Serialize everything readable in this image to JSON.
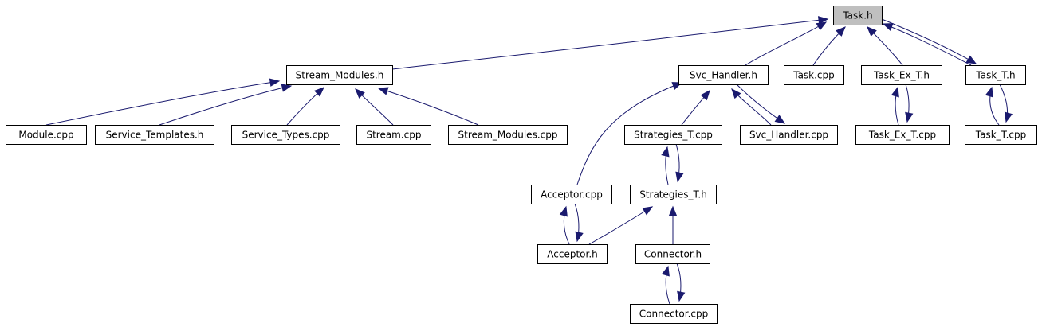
{
  "diagram": {
    "nodes": [
      {
        "id": "task_h",
        "label": "Task.h",
        "highlighted": true
      },
      {
        "id": "stream_modules_h",
        "label": "Stream_Modules.h"
      },
      {
        "id": "svc_handler_h",
        "label": "Svc_Handler.h"
      },
      {
        "id": "task_cpp",
        "label": "Task.cpp"
      },
      {
        "id": "task_ex_t_h",
        "label": "Task_Ex_T.h"
      },
      {
        "id": "task_t_h",
        "label": "Task_T.h"
      },
      {
        "id": "module_cpp",
        "label": "Module.cpp"
      },
      {
        "id": "service_templates_h",
        "label": "Service_Templates.h"
      },
      {
        "id": "service_types_cpp",
        "label": "Service_Types.cpp"
      },
      {
        "id": "stream_cpp",
        "label": "Stream.cpp"
      },
      {
        "id": "stream_modules_cpp",
        "label": "Stream_Modules.cpp"
      },
      {
        "id": "strategies_t_cpp",
        "label": "Strategies_T.cpp"
      },
      {
        "id": "svc_handler_cpp",
        "label": "Svc_Handler.cpp"
      },
      {
        "id": "task_ex_t_cpp",
        "label": "Task_Ex_T.cpp"
      },
      {
        "id": "task_t_cpp",
        "label": "Task_T.cpp"
      },
      {
        "id": "acceptor_cpp",
        "label": "Acceptor.cpp"
      },
      {
        "id": "strategies_t_h",
        "label": "Strategies_T.h"
      },
      {
        "id": "acceptor_h",
        "label": "Acceptor.h"
      },
      {
        "id": "connector_h",
        "label": "Connector.h"
      },
      {
        "id": "connector_cpp",
        "label": "Connector.cpp"
      }
    ],
    "edges": [
      {
        "from": "stream_modules_h",
        "to": "task_h"
      },
      {
        "from": "svc_handler_h",
        "to": "task_h"
      },
      {
        "from": "task_cpp",
        "to": "task_h"
      },
      {
        "from": "task_ex_t_h",
        "to": "task_h"
      },
      {
        "from": "task_t_h",
        "to": "task_h"
      },
      {
        "from": "task_h",
        "to": "task_t_h"
      },
      {
        "from": "module_cpp",
        "to": "stream_modules_h"
      },
      {
        "from": "service_templates_h",
        "to": "stream_modules_h"
      },
      {
        "from": "service_types_cpp",
        "to": "stream_modules_h"
      },
      {
        "from": "stream_cpp",
        "to": "stream_modules_h"
      },
      {
        "from": "stream_modules_cpp",
        "to": "stream_modules_h"
      },
      {
        "from": "acceptor_cpp",
        "to": "svc_handler_h"
      },
      {
        "from": "strategies_t_cpp",
        "to": "svc_handler_h"
      },
      {
        "from": "svc_handler_cpp",
        "to": "svc_handler_h"
      },
      {
        "from": "svc_handler_h",
        "to": "svc_handler_cpp"
      },
      {
        "from": "task_ex_t_cpp",
        "to": "task_ex_t_h"
      },
      {
        "from": "task_ex_t_h",
        "to": "task_ex_t_cpp"
      },
      {
        "from": "task_t_cpp",
        "to": "task_t_h"
      },
      {
        "from": "task_t_h",
        "to": "task_t_cpp"
      },
      {
        "from": "strategies_t_h",
        "to": "strategies_t_cpp"
      },
      {
        "from": "strategies_t_cpp",
        "to": "strategies_t_h"
      },
      {
        "from": "acceptor_h",
        "to": "acceptor_cpp"
      },
      {
        "from": "acceptor_cpp",
        "to": "acceptor_h"
      },
      {
        "from": "acceptor_h",
        "to": "strategies_t_h"
      },
      {
        "from": "connector_h",
        "to": "strategies_t_h"
      },
      {
        "from": "connector_cpp",
        "to": "connector_h"
      },
      {
        "from": "connector_h",
        "to": "connector_cpp"
      }
    ],
    "colors": {
      "edge": "#1a1a6e",
      "node_fill": "#ffffff",
      "highlight_fill": "#bfbfbf",
      "border": "#000000"
    }
  }
}
